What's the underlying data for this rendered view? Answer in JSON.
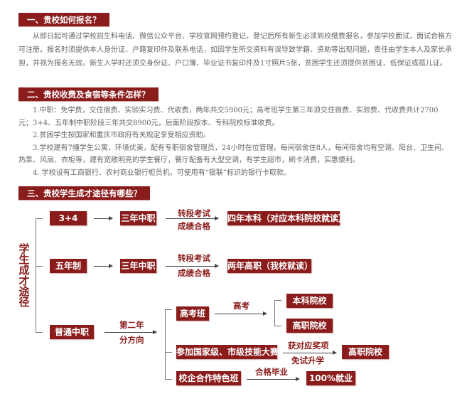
{
  "sections": [
    {
      "title": "一、贵校如何报名？",
      "paragraphs": [
        "从即日起可通过学校招生科电话、微信公众平台、学校官网预约登记，登记后所有新生必须到校缴费报名，参加学校面试，面试合格方可注册。报名时须提供本人身份证、户籍复印件及联系电话，如因学生所交资料有误导致学籍、资助等出现问题，责任由学生本人及家长承担，并视为报名无效。新生入学时还须交身份证、户口簿、毕业证书复印件及1寸照片5张，贫困学生还须提供贫困证、低保证或孤儿证。"
      ]
    },
    {
      "title": "二、贵校收费及食宿等条件怎样？",
      "paragraphs": [
        "1.中职：免学费，交住宿费、实验实习费、代收费，两年共交5900元；高考班学生第三年须交住宿费、实验费、代收费共计2700元；3+4、五年制中职阶段三年共交8900元，后面阶段按本、专科院校标准收费。",
        "2.贫困学生按国家和重庆市政府有关规定享受相应资助。",
        "3.学校建有7幢学生公寓，环境优美，配有专职宿舍管理员，24小时在位管理。每间宿舍住8人，每间宿舍均有空调、阳台、卫生间、热泵、风扇、衣柜等，建有宽敞明亮的学生餐厅，餐厅配备有大型空调，有学生超市，刷卡消费，实惠便利。",
        "4. 学校设有工商银行、农村商业银行柜员机，可使用有“银联”标识的银行卡取款。"
      ]
    },
    {
      "title": "三、贵校学生成才途径有哪些？"
    }
  ],
  "diagram": {
    "root": "学生成才途径",
    "row1": {
      "start": "3+4",
      "mid": "三年中职",
      "cond1": "转段考试",
      "cond2": "成绩合格",
      "end": "四年本科（对应本科院校就读）"
    },
    "row2": {
      "start": "五年制",
      "mid": "三年中职",
      "cond1": "转段考试",
      "cond2": "成绩合格",
      "end": "两年高职（我校就读）"
    },
    "row3": {
      "start": "普通中职",
      "cond1": "第二年",
      "cond2": "分方向",
      "b1": {
        "label": "高考班",
        "cond": "高考",
        "out1": "本科院校",
        "out2": "高职院校"
      },
      "b2": {
        "label": "参加国家级、市级技能大赛",
        "cond1": "获对应奖项",
        "cond2": "免试升学",
        "out": "高职院校"
      },
      "b3": {
        "label": "校企合作特色班",
        "cond": "合格毕业",
        "out": "100%就业"
      }
    }
  },
  "colors": {
    "accent": "#8b1c1c",
    "text": "#666666"
  }
}
